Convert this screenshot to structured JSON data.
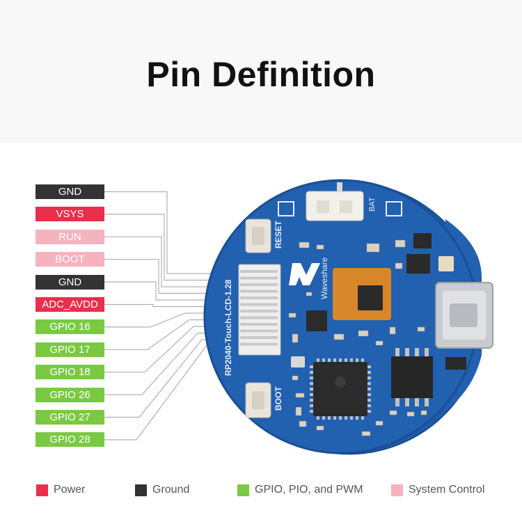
{
  "title": "Pin Definition",
  "colors": {
    "power": "#e8304a",
    "ground": "#333333",
    "gpio": "#7ac943",
    "system": "#f5b3bf",
    "board": "#1f5aa8",
    "board_text": "#e8eef8"
  },
  "pins": [
    {
      "label": "GND",
      "group": "ground"
    },
    {
      "label": "VSYS",
      "group": "power"
    },
    {
      "label": "RUN",
      "group": "system"
    },
    {
      "label": "BOOT",
      "group": "system"
    },
    {
      "label": "GND",
      "group": "ground"
    },
    {
      "label": "ADC_AVDD",
      "group": "power"
    },
    {
      "label": "GPIO 16",
      "group": "gpio"
    },
    {
      "label": "GPIO 17",
      "group": "gpio"
    },
    {
      "label": "GPIO 18",
      "group": "gpio"
    },
    {
      "label": "GPIO 26",
      "group": "gpio"
    },
    {
      "label": "GPIO 27",
      "group": "gpio"
    },
    {
      "label": "GPIO 28",
      "group": "gpio"
    }
  ],
  "legend": [
    {
      "label": "Power",
      "group": "power"
    },
    {
      "label": "Ground",
      "group": "ground"
    },
    {
      "label": "GPIO, PIO, and PWM",
      "group": "gpio"
    },
    {
      "label": "System Control",
      "group": "system"
    }
  ],
  "board": {
    "name": "RP2040-Touch-LCD-1.28",
    "brand": "Waveshare",
    "reset_label": "RESET",
    "boot_label": "BOOT",
    "bat_label": "BAT"
  }
}
